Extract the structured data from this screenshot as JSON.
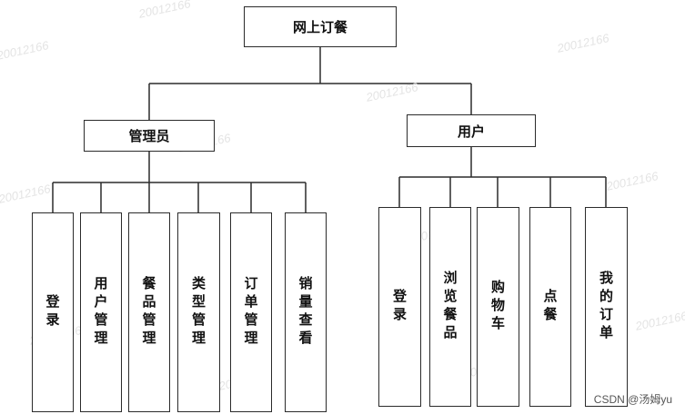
{
  "diagram": {
    "root": {
      "label": "网上订餐"
    },
    "branches": [
      {
        "label": "管理员",
        "children": [
          "登录",
          "用户管理",
          "餐品管理",
          "类型管理",
          "订单管理",
          "销量查看"
        ]
      },
      {
        "label": "用户",
        "children": [
          "登录",
          "浏览餐品",
          "购物车",
          "点餐",
          "我的订单"
        ]
      }
    ]
  },
  "watermark": "20012166",
  "credit": "CSDN @汤姆yu",
  "colors": {
    "line": "#2b2b2b",
    "box_border": "#2b2b2b",
    "watermark": "#e4e4e4"
  }
}
